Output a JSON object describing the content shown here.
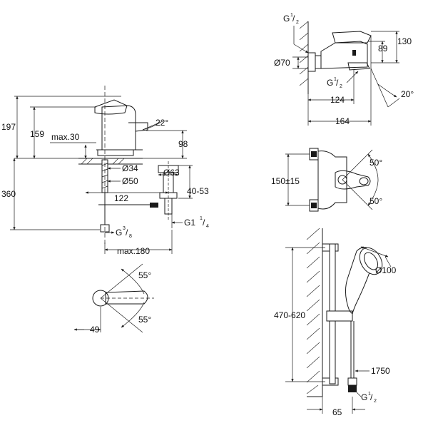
{
  "colors": {
    "line": "#1a1a1a",
    "background": "#ffffff"
  },
  "basin_mixer": {
    "overall_height": "197",
    "spout_height": "159",
    "max_depth": "max.30",
    "spout_angle": "22°",
    "spout_drop": "98",
    "mount_dia": "Ø34",
    "hole_dia": "Ø50",
    "below_height": "360",
    "waste_dia": "Ø63",
    "waste_range": "40-53",
    "reach": "122",
    "waste_thread": "G1",
    "waste_thread_sup": "1",
    "waste_thread_sub": "4",
    "supply_thread": "G",
    "supply_thread_sup": "3",
    "supply_thread_sub": "8",
    "max_width": "max.180"
  },
  "basin_lever": {
    "angle_up": "55°",
    "angle_down": "55°",
    "lever_length": "49"
  },
  "bath_mixer_side": {
    "inlet_thread": "G",
    "inlet_thread_sup": "1",
    "inlet_thread_sub": "2",
    "flange_dia": "Ø70",
    "height_total": "130",
    "height_spout": "89",
    "outlet_thread": "G",
    "outlet_thread_sup": "1",
    "outlet_thread_sub": "2",
    "spout_reach": "124",
    "overall_reach": "164",
    "spout_angle": "20°"
  },
  "bath_mixer_front": {
    "centres": "150±15",
    "angle_up": "50°",
    "angle_down": "50°"
  },
  "shower_set": {
    "head_dia": "Ø100",
    "rail_range": "470-620",
    "hose_length": "1750",
    "hose_thread": "G",
    "hose_thread_sup": "1",
    "hose_thread_sub": "2",
    "wall_offset": "65"
  }
}
